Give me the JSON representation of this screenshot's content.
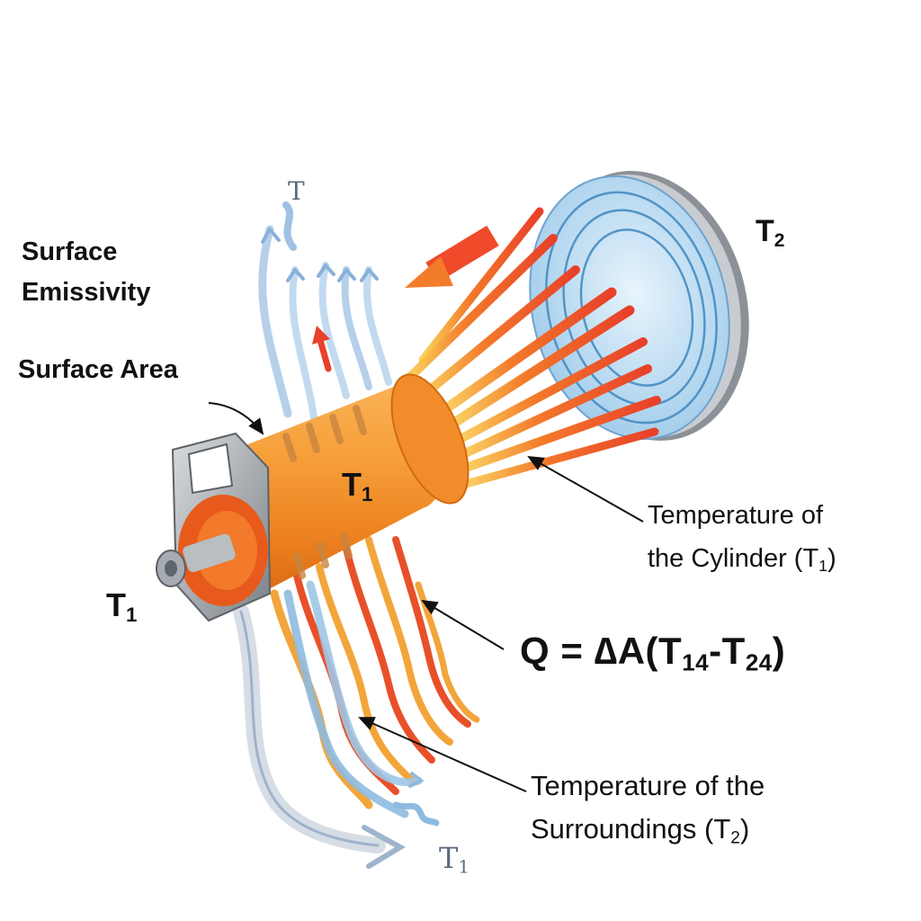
{
  "labels": {
    "top_t": "T",
    "surface_emissivity_1": "Surface",
    "surface_emissivity_2": "Emissivity",
    "surface_area": "Surface Area",
    "t2_top_main": "T",
    "t2_top_sub": "2",
    "t1_body_main": "T",
    "t1_body_sub": "1",
    "t1_left_main": "T",
    "t1_left_sub": "1",
    "cyl_temp_line1": "Temperature of",
    "cyl_temp_line2_prefix": "the Cylinder (T",
    "cyl_temp_line2_sub": "1",
    "cyl_temp_line2_suffix": ")",
    "equation_prefix": "Q = ∆A(T",
    "equation_sub1": "14",
    "equation_mid": "-T",
    "equation_sub2": "24",
    "equation_suffix": ")",
    "sur_temp_line1": "Temperature of the",
    "sur_temp_line2_prefix": "Surroundings (T",
    "sur_temp_line2_sub": "2",
    "sur_temp_line2_suffix": ")",
    "bottom_t_main": "T",
    "bottom_t_sub": "1"
  },
  "colors": {
    "cylinder_orange": "#f08a24",
    "hot_red": "#e8402a",
    "warm_yellow": "#f7b233",
    "cool_blue": "#8ebbe0",
    "disc_blue": "#bfe0f5",
    "metal_gray": "#9aa0a6"
  },
  "icons": [
    "incoming-radiation-arrow",
    "heat-rise-arrow"
  ]
}
